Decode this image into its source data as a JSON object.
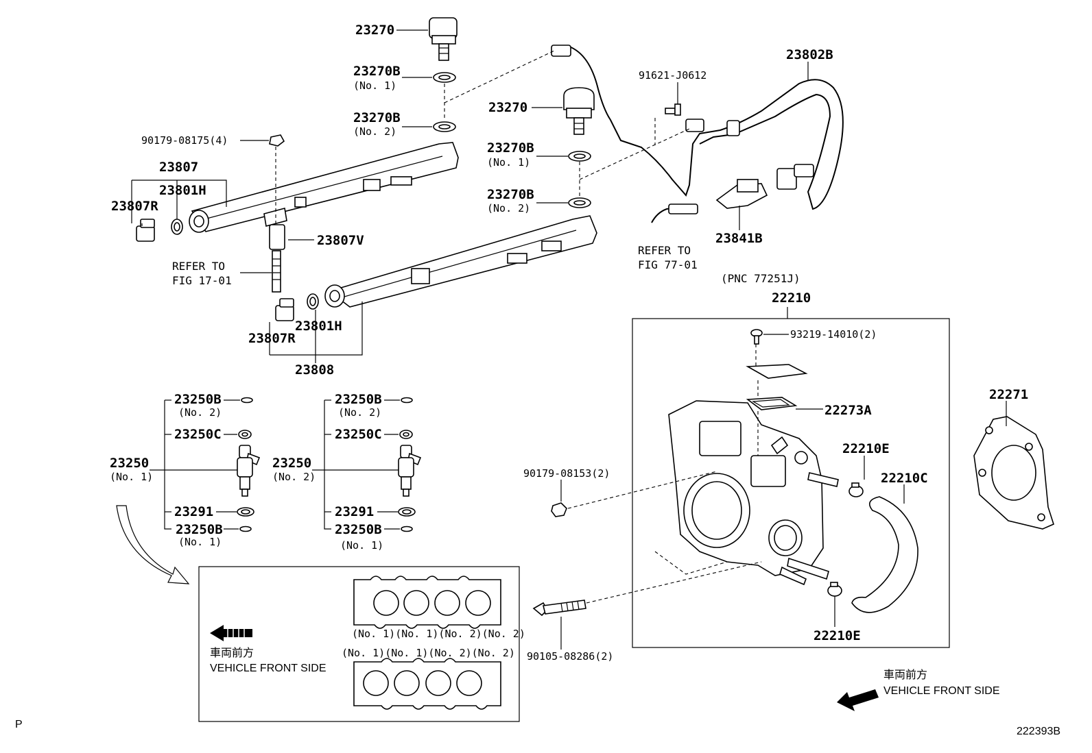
{
  "labels": {
    "reg_top_1": "23270",
    "reg_top_2": "23270",
    "oring_b_1a": "23270B",
    "oring_b_1a_sub": "(No. 1)",
    "oring_b_2a": "23270B",
    "oring_b_2a_sub": "(No. 2)",
    "oring_b_1b": "23270B",
    "oring_b_1b_sub": "(No. 1)",
    "oring_b_2b": "23270B",
    "oring_b_2b_sub": "(No. 2)",
    "nut_90179_08175": "90179-08175(4)",
    "p23807": "23807",
    "p23801h_a": "23801H",
    "p23807r_a": "23807R",
    "p23807v": "23807V",
    "refer_1701_a": "REFER TO",
    "refer_1701_b": "FIG 17-01",
    "p23807r_b": "23807R",
    "p23801h_b": "23801H",
    "p23808": "23808",
    "bolt_91621": "91621-J0612",
    "p23802b": "23802B",
    "p23841b": "23841B",
    "refer_7701_a": "REFER TO",
    "refer_7701_b": "FIG 77-01",
    "pnc": "(PNC 77251J)",
    "p22210": "22210",
    "screw_93219": "93219-14010(2)",
    "p22273a": "22273A",
    "p22271": "22271",
    "p22210e_a": "22210E",
    "p22210c": "22210C",
    "p22210e_b": "22210E",
    "nut_90179_08153": "90179-08153(2)",
    "bolt_90105": "90105-08286(2)",
    "inj1_b2": "23250B",
    "inj1_b2_sub": "(No. 2)",
    "inj1_c": "23250C",
    "inj1": "23250",
    "inj1_sub": "(No. 1)",
    "inj1_291": "23291",
    "inj1_b1": "23250B",
    "inj1_b1_sub": "(No. 1)",
    "inj2_b2": "23250B",
    "inj2_b2_sub": "(No. 2)",
    "inj2_c": "23250C",
    "inj2": "23250",
    "inj2_sub": "(No. 2)",
    "inj2_291": "23291",
    "inj2_b1": "23250B",
    "inj2_b1_sub": "(No. 1)",
    "ports_row_1": "(No. 1)(No. 1)(No. 2)(No. 2)",
    "ports_row_2": "(No. 1)(No. 1)(No. 2)(No. 2)",
    "front_jp_1": "車両前方",
    "front_en_1": "VEHICLE FRONT SIDE",
    "front_jp_2": "車両前方",
    "front_en_2": "VEHICLE FRONT SIDE",
    "corner_p": "P",
    "fig_code": "222393B"
  }
}
